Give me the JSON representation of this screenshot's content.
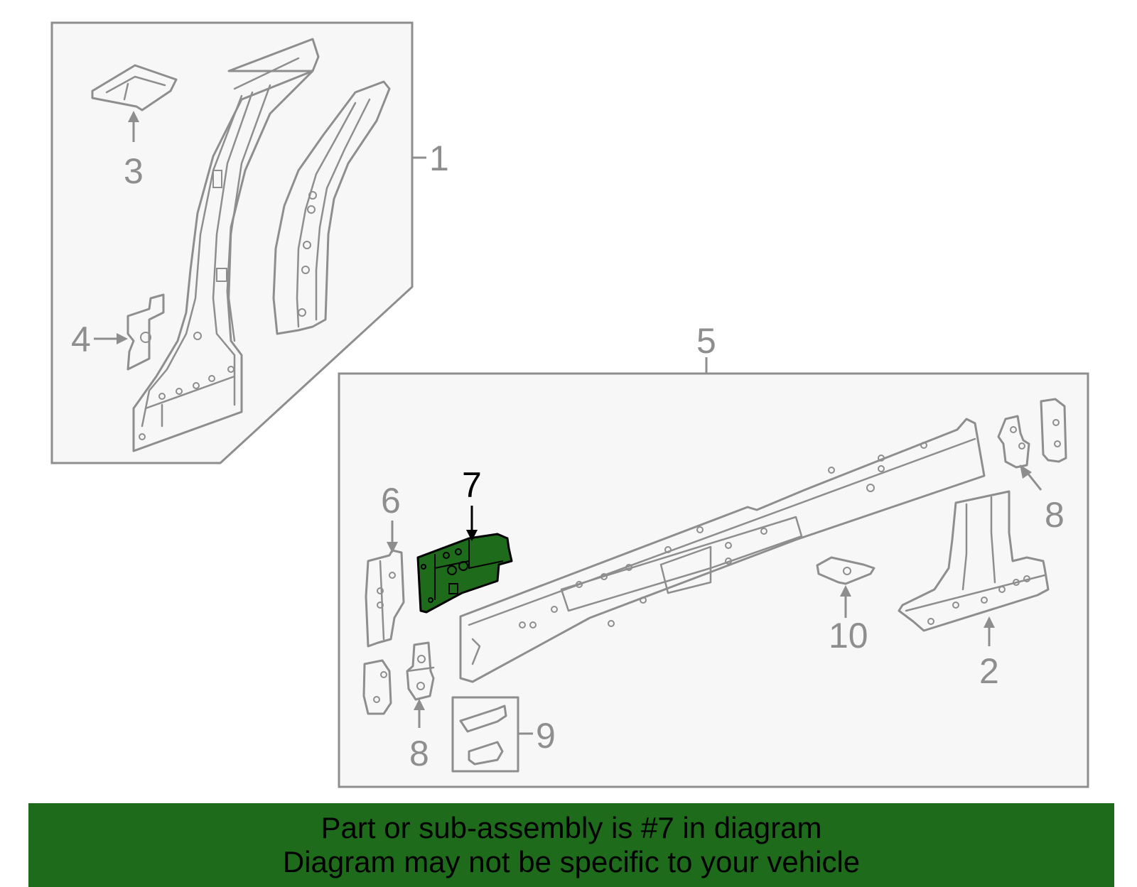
{
  "colors": {
    "highlight": "#1e6b1c",
    "line_gray": "#8e8e8e",
    "panel_fill": "#f7f7f7",
    "banner_bg": "#1e6b1c"
  },
  "callouts": {
    "c1": "1",
    "c2": "2",
    "c3": "3",
    "c4": "4",
    "c5": "5",
    "c6": "6",
    "c7": "7",
    "c8a": "8",
    "c8b": "8",
    "c9": "9",
    "c10": "10"
  },
  "highlighted_part": "7",
  "banner": {
    "line1": "Part or sub-assembly is #7 in diagram",
    "line2": "Diagram may not be specific to your vehicle"
  }
}
